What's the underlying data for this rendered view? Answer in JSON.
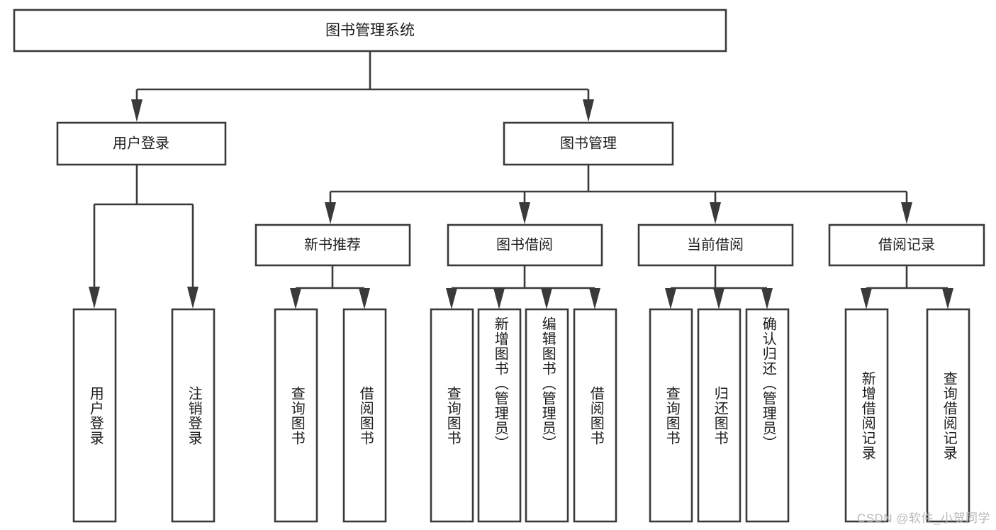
{
  "diagram": {
    "title": "图书管理系统",
    "type": "tree-hierarchy",
    "root": {
      "label": "图书管理系统"
    },
    "level2": [
      {
        "label": "用户登录"
      },
      {
        "label": "图书管理"
      }
    ],
    "level3": [
      {
        "label": "新书推荐"
      },
      {
        "label": "图书借阅"
      },
      {
        "label": "当前借阅"
      },
      {
        "label": "借阅记录"
      }
    ],
    "leaves": {
      "user_login": [
        {
          "label": "用户登录"
        },
        {
          "label": "注销登录"
        }
      ],
      "new_book_recommend": [
        {
          "label": "查询图书"
        },
        {
          "label": "借阅图书"
        }
      ],
      "book_borrow": [
        {
          "label": "查询图书"
        },
        {
          "label": "新增图书（管理员）"
        },
        {
          "label": "编辑图书（管理员）"
        },
        {
          "label": "借阅图书"
        }
      ],
      "current_borrow": [
        {
          "label": "查询图书"
        },
        {
          "label": "归还图书"
        },
        {
          "label": "确认归还（管理员）"
        }
      ],
      "borrow_record": [
        {
          "label": "新增借阅记录"
        },
        {
          "label": "查询借阅记录"
        }
      ]
    }
  },
  "watermark": {
    "text": "CSDN @软件_小贺同学"
  },
  "colors": {
    "stroke": "#3a3a3a",
    "box_fill": "#ffffff",
    "text": "#1c1c1c",
    "background": "#ffffff",
    "watermark": "#b9b9b9"
  }
}
